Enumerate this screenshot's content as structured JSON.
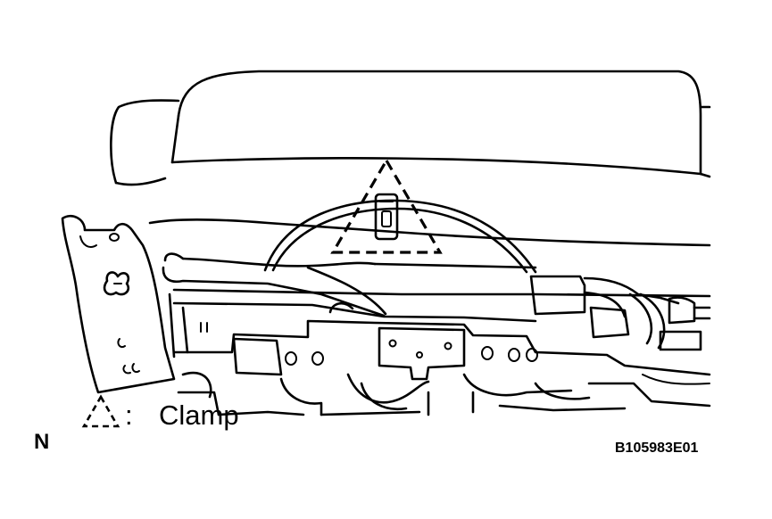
{
  "legend": {
    "symbol_icon": "dashed-triangle-icon",
    "separator": ":",
    "label": "Clamp"
  },
  "corner_mark": "N",
  "figure_code": "B105983E01"
}
